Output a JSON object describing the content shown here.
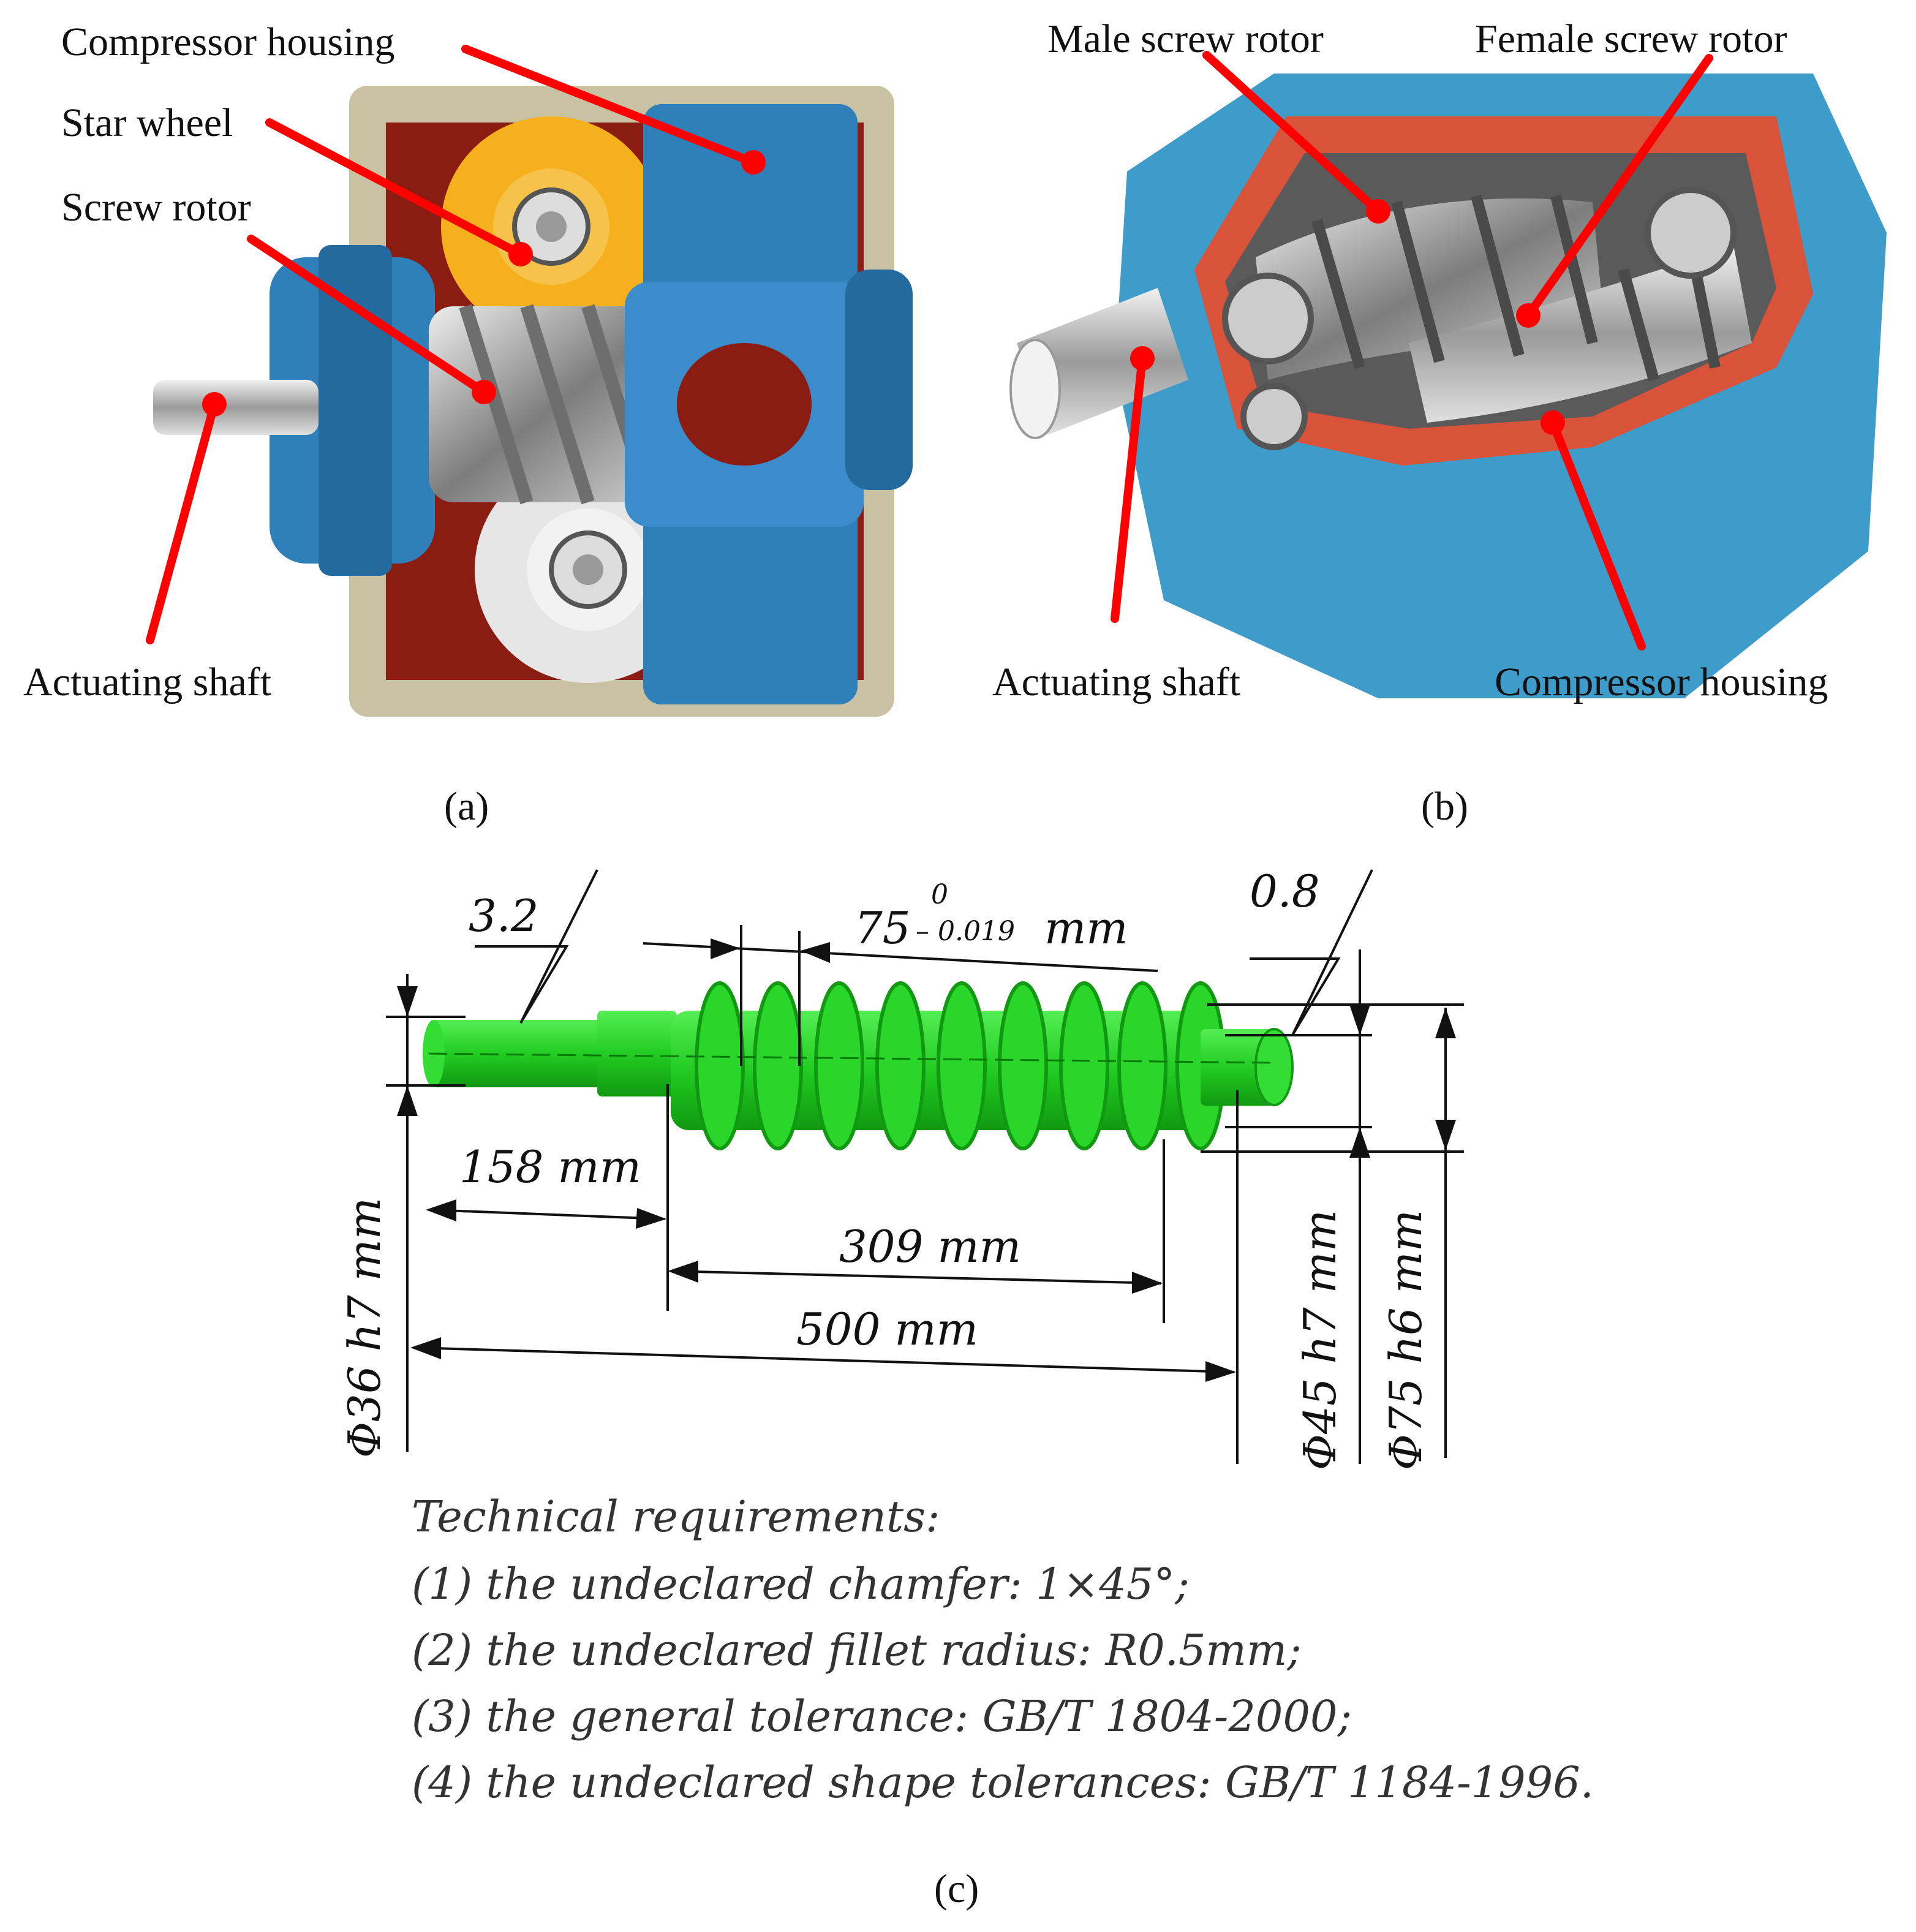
{
  "panel_a": {
    "labels": {
      "compressor_housing": "Compressor housing",
      "star_wheel": "Star wheel",
      "screw_rotor": "Screw rotor",
      "actuating_shaft": "Actuating shaft"
    },
    "caption": "(a)"
  },
  "panel_b": {
    "labels": {
      "male_screw_rotor": "Male screw rotor",
      "female_screw_rotor": "Female screw rotor",
      "actuating_shaft": "Actuating shaft",
      "compressor_housing": "Compressor housing"
    },
    "caption": "(b)"
  },
  "panel_c": {
    "roughness_left": "3.2",
    "roughness_right": "0.8",
    "pitch_nominal": "75",
    "pitch_upper_dev": "0",
    "pitch_lower_dev": "– 0.019",
    "pitch_unit": "mm",
    "dim_158": "158 mm",
    "dim_309": "309 mm",
    "dim_500": "500 mm",
    "dia_36": "Φ36 h7 mm",
    "dia_45": "Φ45 h7 mm",
    "dia_75": "Φ75 h6 mm",
    "requirements": [
      "Technical requirements:",
      "(1) the undeclared chamfer: 1×45°;",
      "(2) the undeclared fillet radius: R0.5mm;",
      "(3) the general tolerance: GB/T 1804-2000;",
      "(4) the undeclared shape tolerances: GB/T 1184-1996."
    ],
    "caption": "(c)"
  },
  "colors": {
    "leader": "#ff0000",
    "shaft_green": "#22cc22",
    "housing_blue": "#2f7fb8",
    "housing_red": "#d9533a",
    "star_wheel_yellow": "#f5b01c"
  }
}
